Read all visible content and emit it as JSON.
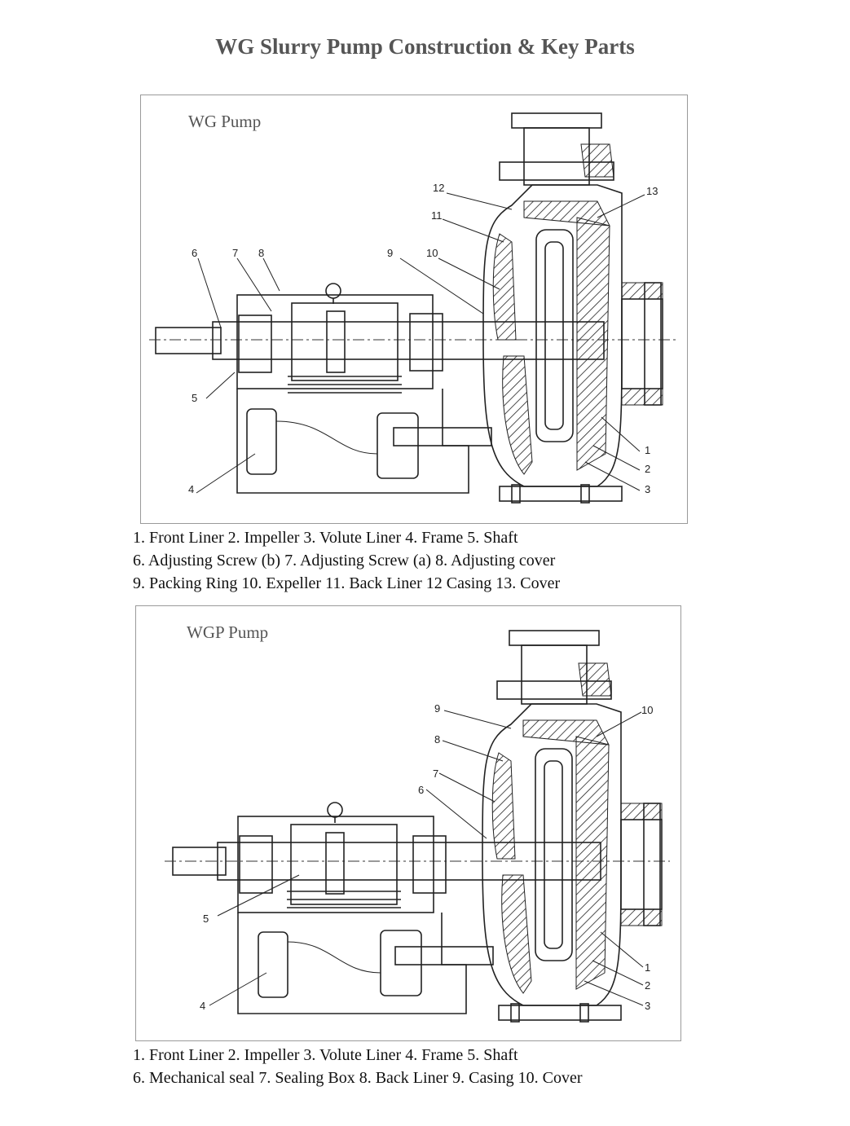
{
  "title": "WG Slurry Pump Construction & Key Parts",
  "diagrams": [
    {
      "label": "WG Pump",
      "callouts": [
        "1",
        "2",
        "3",
        "4",
        "5",
        "6",
        "7",
        "8",
        "9",
        "10",
        "11",
        "12",
        "13"
      ],
      "legend_lines": [
        "1. Front Liner  2. Impeller  3. Volute Liner  4. Frame  5. Shaft",
        "6. Adjusting Screw (b)  7. Adjusting Screw (a)  8. Adjusting cover",
        "9. Packing Ring  10. Expeller  11. Back Liner  12 Casing  13. Cover"
      ]
    },
    {
      "label": "WGP Pump",
      "callouts": [
        "1",
        "2",
        "3",
        "4",
        "5",
        "6",
        "7",
        "8",
        "9",
        "10"
      ],
      "legend_lines": [
        "1. Front Liner  2. Impeller  3. Volute Liner  4. Frame  5. Shaft",
        "6. Mechanical seal  7. Sealing Box  8. Back Liner  9. Casing  10. Cover"
      ]
    }
  ]
}
